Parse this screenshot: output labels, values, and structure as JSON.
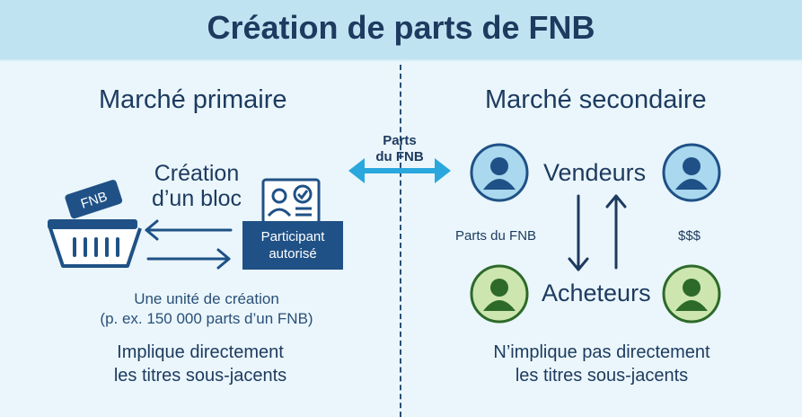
{
  "title": "Création de parts de FNB",
  "primary": {
    "heading": "Marché primaire",
    "creation_line1": "Création",
    "creation_line2": "d’un bloc",
    "basket_label": "FNB",
    "participant_line1": "Participant",
    "participant_line2": "autorisé",
    "unit_line1": "Une unité de création",
    "unit_line2": "(p. ex. 150 000 parts d’un FNB)",
    "desc_line1": "Implique directement",
    "desc_line2": "les titres sous-jacents"
  },
  "middle": {
    "label_line1": "Parts",
    "label_line2": "du FNB"
  },
  "secondary": {
    "heading": "Marché secondaire",
    "sellers": "Vendeurs",
    "buyers": "Acheteurs",
    "left_label": "Parts du FNB",
    "right_label": "$$$",
    "desc_line1": "N’implique pas directement",
    "desc_line2": "les titres sous-jacents"
  },
  "colors": {
    "header_bg": "#bfe3f1",
    "page_bg": "#eaf6fb",
    "navy": "#1d3a5f",
    "dark_blue": "#1f5186",
    "cyan_arrow": "#2aa7dd",
    "seller_blue": "#a9d8ef",
    "buyer_green": "#cde6b0"
  }
}
